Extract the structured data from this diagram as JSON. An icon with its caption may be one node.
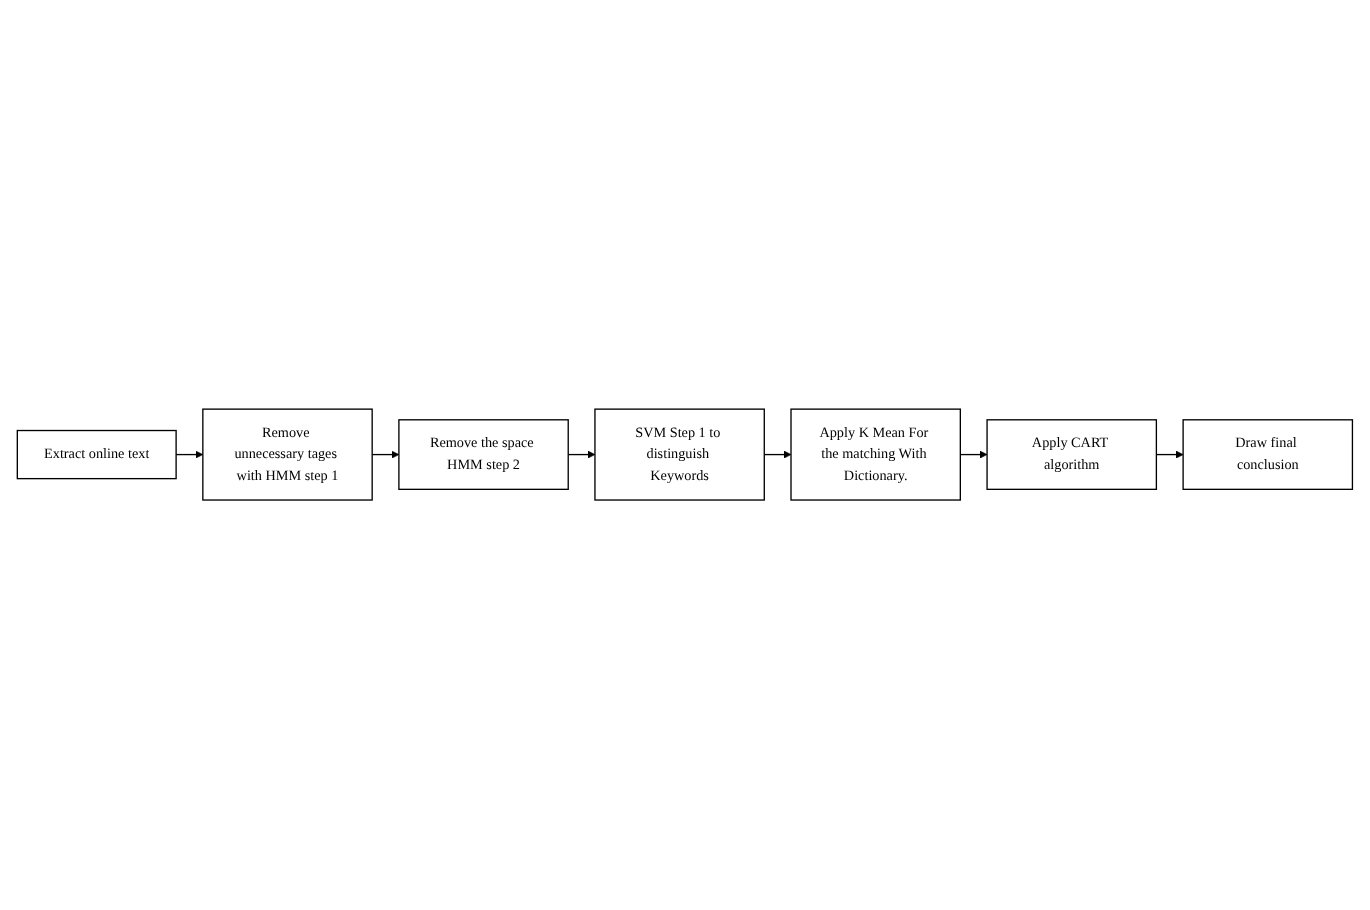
{
  "diagram": {
    "nodes": [
      {
        "text": [
          "Extract online text"
        ]
      },
      {
        "text": [
          "Remove unnecessary tages with HMM step 1"
        ]
      },
      {
        "text": [
          "Remove the space HMM step 2"
        ]
      },
      {
        "text": [
          "SVM Step 1 to distinguish Keywords"
        ]
      },
      {
        "text": [
          "Apply K Mean For the matching With Dictionary."
        ]
      },
      {
        "text": [
          "Apply CART algorithm"
        ]
      },
      {
        "text": [
          "Draw final conclusion"
        ]
      }
    ],
    "edges": [
      {
        "from": 0,
        "to": 1,
        "arrow": "to"
      },
      {
        "from": 1,
        "to": 2,
        "arrow": "to"
      },
      {
        "from": 2,
        "to": 3,
        "arrow": "to"
      },
      {
        "from": 3,
        "to": 4,
        "arrow": "to"
      },
      {
        "from": 4,
        "to": 5,
        "arrow": "to"
      },
      {
        "from": 5,
        "to": 6,
        "arrow": "to"
      }
    ]
  }
}
